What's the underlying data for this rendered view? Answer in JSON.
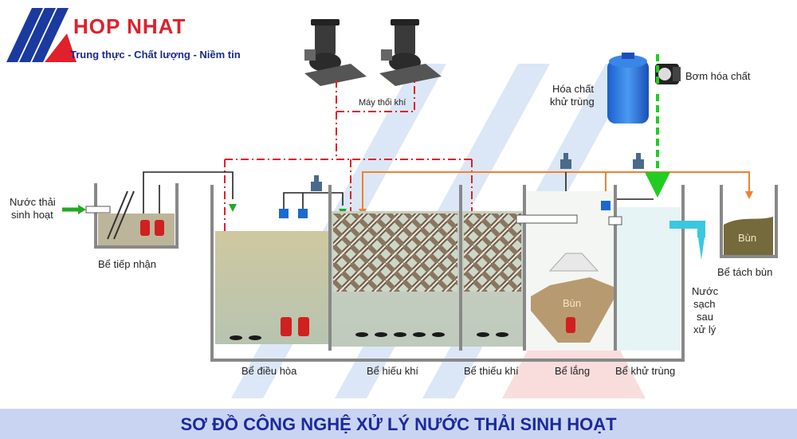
{
  "brand": {
    "name": "HOP NHAT",
    "slogan": "Trung thực - Chất lượng - Niềm tin",
    "color": "#e0202a"
  },
  "title": "SƠ ĐỒ CÔNG NGHỆ XỬ LÝ NƯỚC THẢI SINH HOẠT",
  "colors": {
    "air_line": "#e0202a",
    "return_line": "#f08030",
    "chemical_line": "#22cc22",
    "water_line": "#222222",
    "title_band": "#c9d4f2"
  },
  "labels": {
    "inlet_line1": "Nước thải",
    "inlet_line2": "sinh hoạt",
    "receiving_tank": "Bể tiếp nhận",
    "equalization_tank": "Bể điều hòa",
    "aerobic_tank": "Bể hiếu khí",
    "anoxic_tank": "Bể thiếu khí",
    "settling_tank": "Bể lắng",
    "disinfection_tank": "Bể khử trùng",
    "sludge_tank": "Bể tách bùn",
    "blower": "Máy thổi khí",
    "chemical_line1": "Hóa chất",
    "chemical_line2": "khử trùng",
    "chemical_pump": "Bơm hóa chất",
    "sludge": "Bùn",
    "outlet_line1": "Nước",
    "outlet_line2": "sạch",
    "outlet_line3": "sau",
    "outlet_line4": "xử lý"
  },
  "icons": [
    "logo-icon",
    "air-blower-icon",
    "chemical-tank-icon",
    "dosing-pump-icon",
    "submersible-pump-icon",
    "valve-icon",
    "diffuser-icon"
  ]
}
